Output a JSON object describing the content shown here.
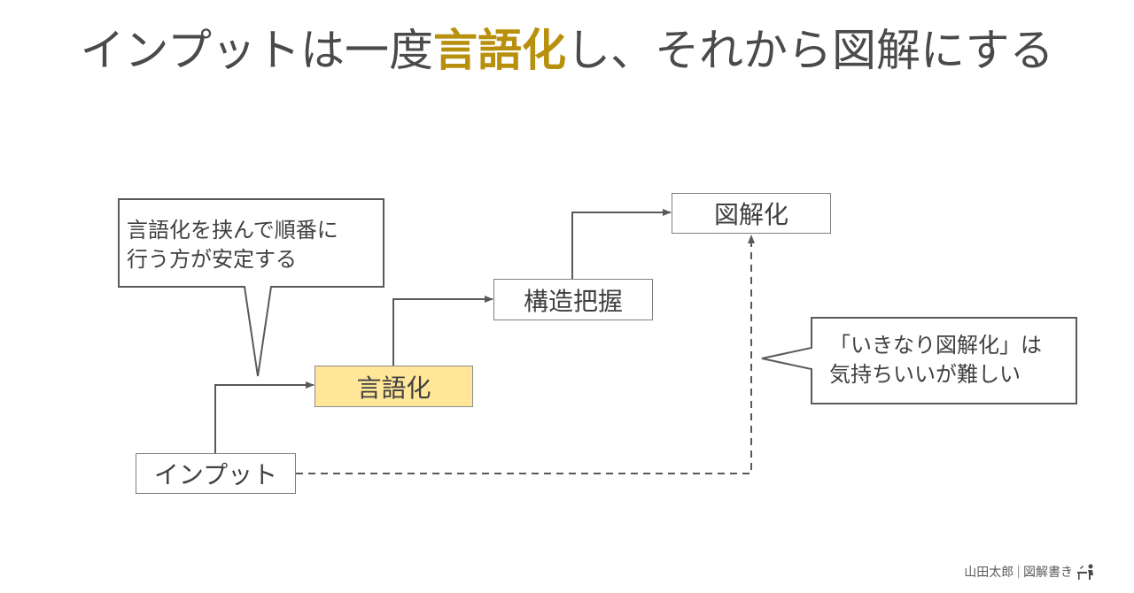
{
  "title": {
    "prefix": "インプットは一度",
    "highlight": "言語化",
    "suffix": "し、それから図解にする"
  },
  "nodes": {
    "input": "インプット",
    "verbalize": "言語化",
    "structure": "構造把握",
    "diagram": "図解化"
  },
  "callouts": {
    "left": [
      "言語化を挟んで順番に",
      "行う方が安定する"
    ],
    "right": [
      "「いきなり図解化」は",
      "気持ちいいが難しい"
    ]
  },
  "footer": {
    "author": "山田太郎",
    "brand": "図解書き"
  },
  "colors": {
    "highlight": "#b8900c",
    "box_highlight_fill": "#ffe699",
    "line": "#595959"
  }
}
